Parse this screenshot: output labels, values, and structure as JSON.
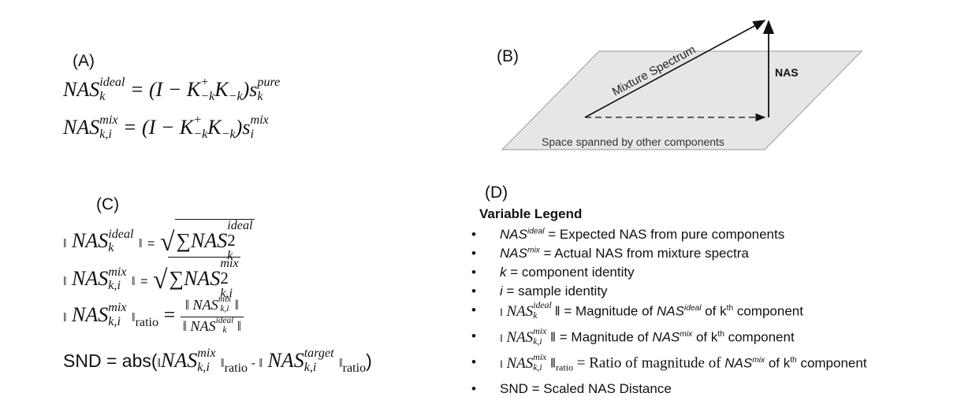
{
  "panel_a": {
    "label": "(A)",
    "eq1": {
      "lhs": "NAS",
      "sup": "ideal",
      "sub": "k",
      "mid": " = (I − K",
      "kp_sup": "+",
      "kp_sub": "−k",
      "k2": "K",
      "k2_sub": "−k",
      "close": ")s",
      "s_sup": "pure",
      "s_sub": "k"
    },
    "eq2": {
      "lhs": "NAS",
      "sup": "mix",
      "sub": "k,i",
      "mid": " = (I − K",
      "kp_sup": "+",
      "kp_sub": "−k",
      "k2": "K",
      "k2_sub": "−k",
      "close": ")s",
      "s_sup": "mix",
      "s_sub": "i"
    }
  },
  "panel_b": {
    "label": "(B)",
    "arrow_label": "Mixture Spectrum",
    "nas_label": "NAS",
    "plane_label": "Space spanned by other components"
  },
  "panel_c": {
    "label": "(C)",
    "norm": "‖",
    "eq": "=",
    "nas": "NAS",
    "sum": "∑",
    "sq": "2",
    "ideal": "ideal",
    "mix": "mix",
    "target": "target",
    "k": "k",
    "ki": "k,i",
    "ratio": "ratio",
    "snd_prefix": "SND = abs(",
    "minus": " - ",
    "close": ")"
  },
  "panel_d": {
    "label": "(D)",
    "title": "Variable Legend",
    "bullet": "•",
    "items": [
      {
        "var": "NAS",
        "sup": "ideal",
        "text": " = Expected NAS from pure components"
      },
      {
        "var": "NAS",
        "sup": "mix",
        "text": " = Actual NAS from mixture spectra"
      },
      {
        "var": "k",
        "text": " = component identity"
      },
      {
        "var": "i",
        "text": " = sample identity"
      },
      {
        "text": " = Magnitude of ",
        "ref": "NAS",
        "ref_sup": "ideal",
        "tail": " of k",
        "th": "th",
        "end": " component"
      },
      {
        "text": " = Magnitude of ",
        "ref": "NAS",
        "ref_sup": "mix",
        "tail": " of k",
        "th": "th",
        "end": " component"
      },
      {
        "text": " = Ratio of magnitude of ",
        "ref": "NAS",
        "ref_sup": "mix",
        "tail": " of k",
        "th": "th",
        "end": " component"
      },
      {
        "text": "SND = Scaled NAS Distance"
      }
    ]
  }
}
